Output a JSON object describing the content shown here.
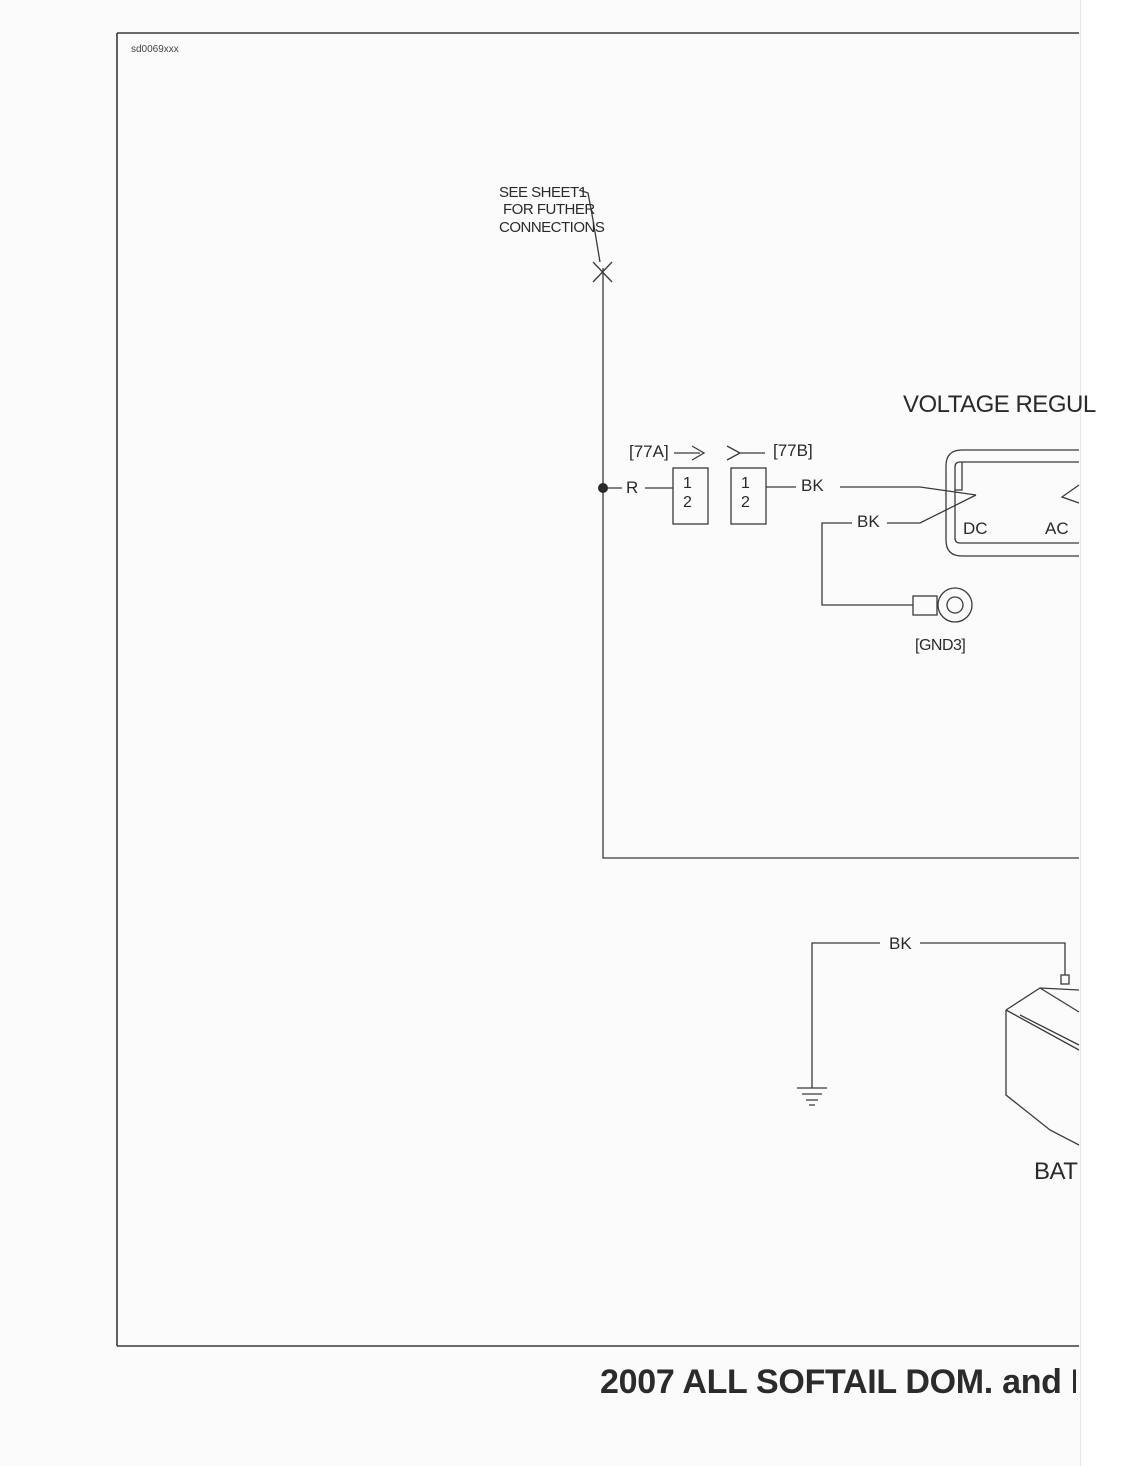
{
  "sheet": {
    "code": "sd0069xxx",
    "footer_title": "2007 ALL SOFTAIL DOM. and I"
  },
  "note": {
    "line1": "SEE SHEET1",
    "line2": "FOR FUTHER",
    "line3": "CONNECTIONS"
  },
  "connectors": {
    "left_id": "[77A]",
    "right_id": "[77B]",
    "left_pins": [
      "1",
      "2"
    ],
    "right_pins": [
      "1",
      "2"
    ]
  },
  "wires": {
    "red": "R",
    "black_1": "BK",
    "black_2": "BK",
    "black_battery": "BK"
  },
  "regulator": {
    "title": "VOLTAGE REGUL",
    "dc_label": "DC",
    "ac_label": "AC"
  },
  "ground": {
    "ring_terminal_id": "[GND3]"
  },
  "battery": {
    "label": "BAT"
  },
  "colors": {
    "line": "#3a3a3a",
    "paper": "#fbfbfb"
  }
}
